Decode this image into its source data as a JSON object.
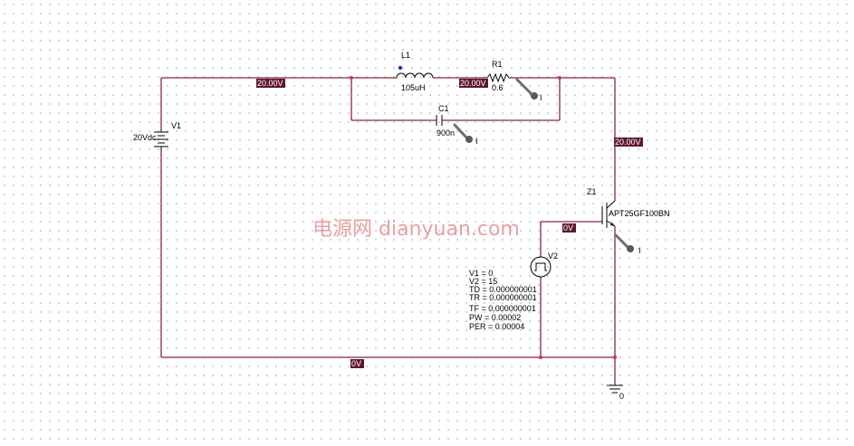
{
  "components": {
    "v1": {
      "ref": "V1",
      "value": "20Vdc"
    },
    "l1": {
      "ref": "L1",
      "value": "105uH"
    },
    "r1": {
      "ref": "R1",
      "value": "0.6"
    },
    "c1": {
      "ref": "C1",
      "value": "900n"
    },
    "z1": {
      "ref": "Z1",
      "value": "APT25GF100BN"
    },
    "v2": {
      "ref": "V2",
      "params": [
        "V1 = 0",
        "V2 = 15",
        "TD = 0.000000001",
        "TR = 0.000000001",
        "TF = 0.000000001",
        "PW = 0.00002",
        "PER = 0.00004"
      ]
    },
    "ground": {
      "label": "0"
    }
  },
  "voltage_markers": {
    "top_left": "20.00V",
    "r1_node": "20.00V",
    "right": "20.00V",
    "gate": "0V",
    "bottom": "0V"
  },
  "probes": {
    "r1": "I",
    "c1": "I",
    "z1": "I"
  },
  "watermark": "电源网  dianyuan.com",
  "colors": {
    "wire": "#8a2545",
    "marker_bg": "#5e1632",
    "node": "#c2366b",
    "watermark": "#e8a0a0"
  }
}
